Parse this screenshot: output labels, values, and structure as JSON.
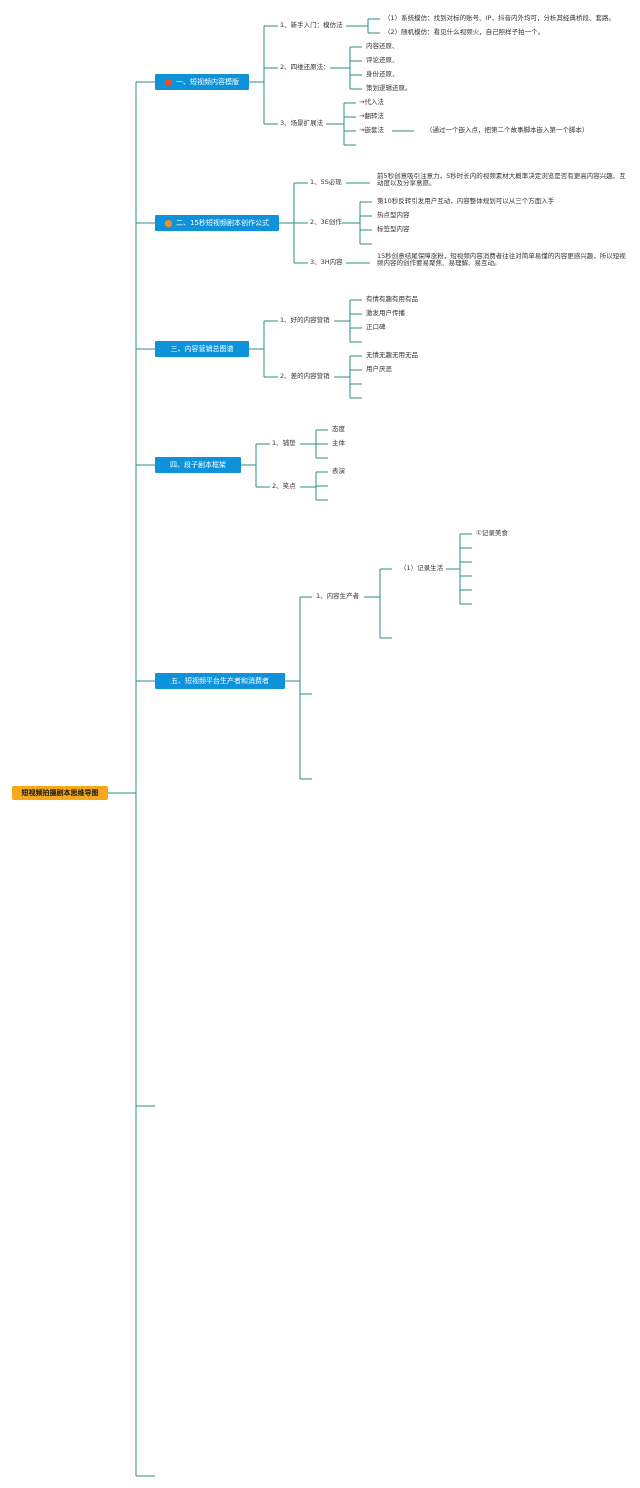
{
  "colors": {
    "line": "#2e8c80",
    "topic_box": "#0e93da",
    "root_box": "#f6a91c",
    "fire_red": "#f04a22",
    "fire_orange": "#ff8a1f"
  },
  "root": {
    "label": "短视频拍摄剧本思维导图"
  },
  "b1": {
    "label": "一、短视频内容模版",
    "icon": "fire-icon",
    "c1": {
      "label": "1、新手入门：模仿法",
      "items": [
        "（1）系统模仿：找到对标的账号、IP，抖音内外均可，分析其经典桥段、套路。",
        "（2）随机模仿：看见什么视频火，自己照样子拍一个。"
      ]
    },
    "c2": {
      "label": "2、四维还原法：",
      "items": [
        "内容还原、",
        "评论还原、",
        "身份还原、",
        "策划逻辑还原。"
      ]
    },
    "c3": {
      "label": "3、场景扩展法",
      "items": [
        "→代入法",
        "→翻转法",
        "→嵌套法"
      ],
      "note": "（通过一个嵌入点，把第二个故事脚本嵌入第一个脚本）"
    }
  },
  "b2": {
    "label": "二、15秒短视频剧本创作公式",
    "icon": "fire-icon",
    "c1": {
      "label": "1、5S必现",
      "text": "前5秒创意吸引注意力，5秒时长内的视频素材大概率决定浏览是否有更高内容兴趣、互动度以及分享意愿。"
    },
    "c2": {
      "label": "2、3E创作",
      "items": [
        "第10秒反转引发用户互动，内容整体规划可以从三个方面入手",
        "热点型内容",
        "标签型内容"
      ]
    },
    "c3": {
      "label": "3、3H内容",
      "text": "15秒创意结尾保障涨粉，短视频内容消费者往往对简单易懂的内容更感兴趣，所以短视频内容的创作要易聚焦、易理解、易互动。"
    }
  },
  "b3": {
    "label": "三、内容营销总图谱",
    "c1": {
      "label": "1、好的内容营销",
      "items": [
        "有情有趣有用有品",
        "激发用户传播",
        "正口碑"
      ]
    },
    "c2": {
      "label": "2、差的内容营销",
      "items": [
        "无情无趣无用无品",
        "用户厌恶"
      ]
    }
  },
  "b4": {
    "label": "四、段子剧本框架",
    "c1": {
      "label": "1、铺垫",
      "items": [
        "态度",
        "主体"
      ]
    },
    "c2": {
      "label": "2、笑点",
      "items": [
        "表演"
      ]
    }
  },
  "b5": {
    "label": "五、短视频平台生产者和消费者",
    "c1": {
      "label": "1、内容生产者"
    },
    "c1a": {
      "label": "（1）记录生活"
    },
    "c1a1": {
      "label": "①记录美食"
    }
  }
}
